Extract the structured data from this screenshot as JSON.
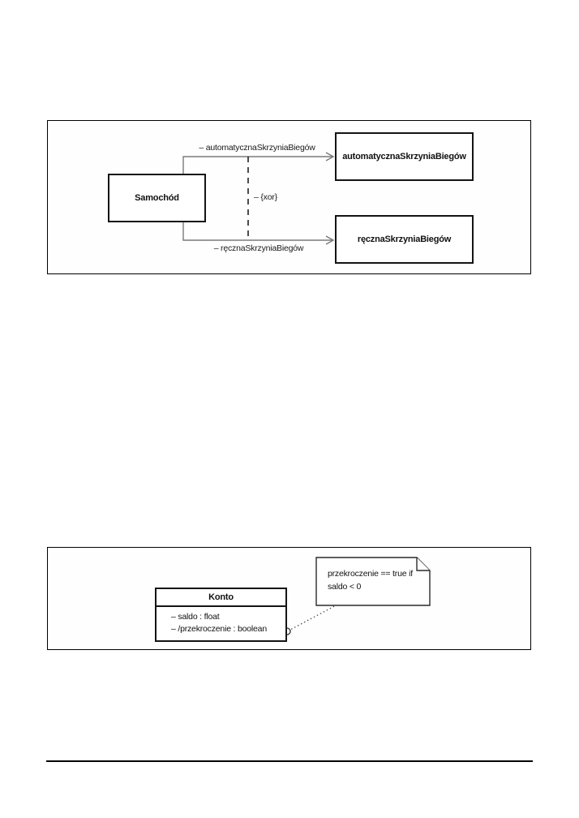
{
  "figure1": {
    "description": "uml-xor-constraint-association-diagram",
    "class_car": "Samochód",
    "class_automatic": "automatycznaSkrzyniaBiegów",
    "class_manual": "ręcznaSkrzyniaBiegów",
    "role_automatic": "– automatycznaSkrzyniaBiegów",
    "role_manual": "– ręcznaSkrzyniaBiegów",
    "constraint": "– {xor}"
  },
  "figure2": {
    "description": "uml-derived-attribute-note-diagram",
    "class_name": "Konto",
    "attributes": [
      "– saldo : float",
      "– /przekroczenie : boolean"
    ],
    "note_line1": "przekroczenie == true if",
    "note_line2": "saldo < 0"
  },
  "colors": {
    "page_background": "#ffffff",
    "box_border": "#141414",
    "association_line": "#7a7a7a",
    "dashed_constraint_line": "#111111",
    "frame_border": "#000000"
  }
}
